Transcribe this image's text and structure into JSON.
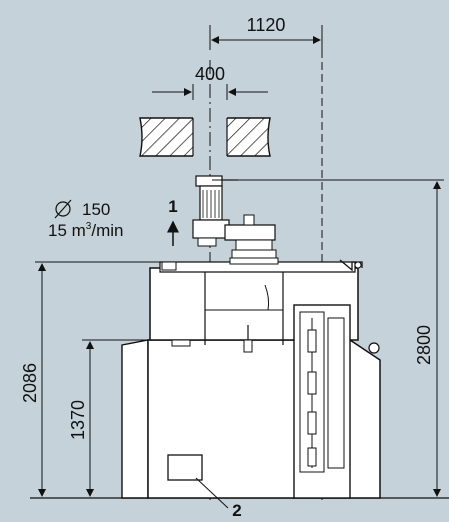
{
  "colors": {
    "background": "#c6d2da",
    "machine_fill": "#ffffff",
    "line": "#111111"
  },
  "dimensions": {
    "top_offset": "1120",
    "duct_width": "400",
    "total_height": "2800",
    "table_height": "2086",
    "intermediate_height": "1370"
  },
  "extraction": {
    "callout": "1",
    "diameter_symbol": "∅",
    "diameter": "150",
    "airflow_value": "15 m",
    "airflow_exponent": "3",
    "airflow_unit": "/min"
  },
  "callouts": {
    "point_2": "2"
  },
  "icons": [
    "diameter-icon",
    "up-arrow-icon",
    "ceiling-section-hatch"
  ]
}
